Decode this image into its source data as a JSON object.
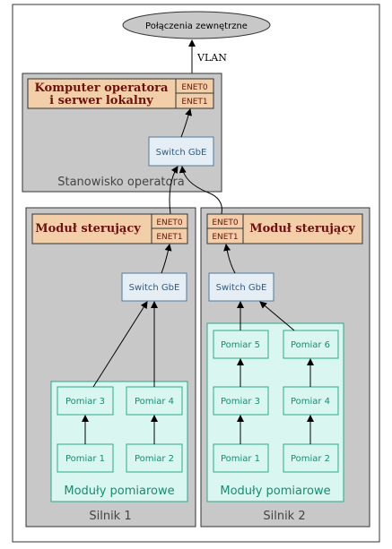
{
  "external": {
    "label": "Połączenia zewnętrzne"
  },
  "vlan_label": "VLAN",
  "operator": {
    "title_line1": "Komputer operatora",
    "title_line2": "i serwer lokalny",
    "enet0": "ENET0",
    "enet1": "ENET1",
    "switch": "Switch GbE",
    "station_label": "Stanowisko operatora"
  },
  "engine1": {
    "module_title": "Moduł sterujący",
    "enet0": "ENET0",
    "enet1": "ENET1",
    "switch": "Switch GbE",
    "measure_3": "Pomiar 3",
    "measure_4": "Pomiar 4",
    "measure_1": "Pomiar 1",
    "measure_2": "Pomiar 2",
    "modules_label": "Moduły pomiarowe",
    "engine_label": "Silnik 1"
  },
  "engine2": {
    "module_title": "Moduł sterujący",
    "enet0": "ENET0",
    "enet1": "ENET1",
    "switch": "Switch GbE",
    "measure_5": "Pomiar 5",
    "measure_6": "Pomiar 6",
    "measure_3": "Pomiar 3",
    "measure_4": "Pomiar 4",
    "measure_1": "Pomiar 1",
    "measure_2": "Pomiar 2",
    "modules_label": "Moduły pomiarowe",
    "engine_label": "Silnik 2"
  },
  "colors": {
    "group_fill": "#c8c8c8",
    "controller_fill": "#f2cfa8",
    "controller_text": "#6e1010",
    "switch_fill": "#e6eef5",
    "switch_stroke": "#4f7a9c",
    "switch_text": "#2f5a80",
    "measure_fill": "#d9f7f0",
    "measure_stroke": "#2aa88a",
    "measure_text": "#1a8a72",
    "external_fill": "#c8c8c8"
  }
}
